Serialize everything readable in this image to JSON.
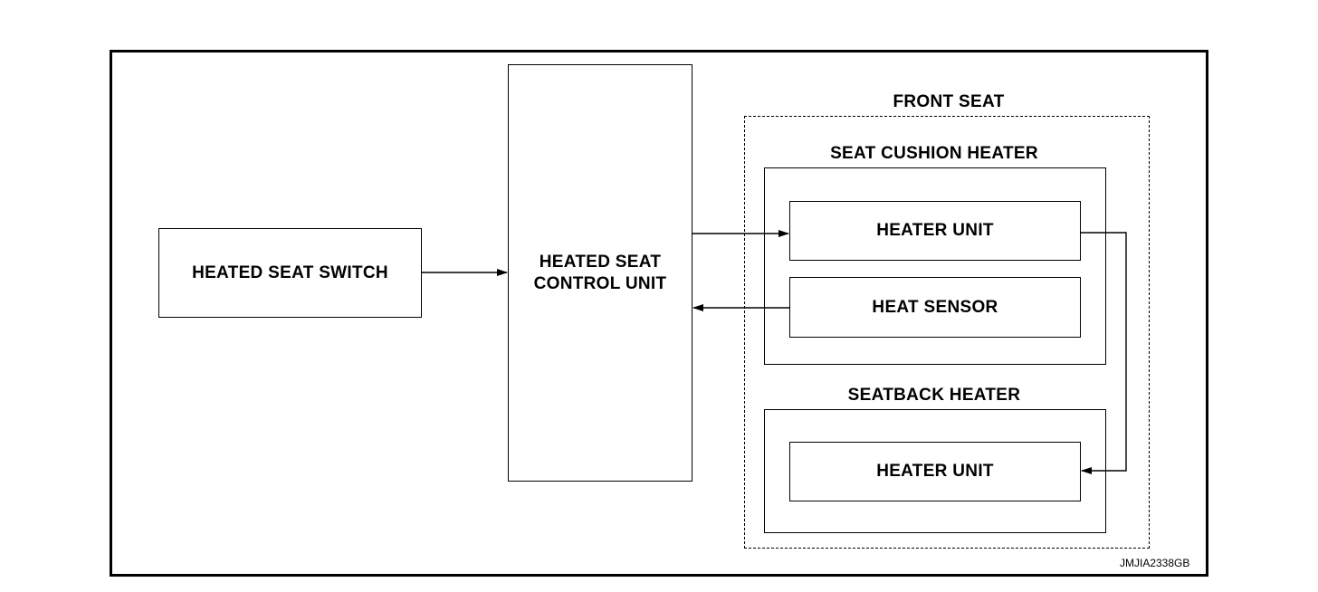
{
  "diagram": {
    "switch_label": "HEATED SEAT SWITCH",
    "control_unit_label_line1": "HEATED SEAT",
    "control_unit_label_line2": "CONTROL UNIT",
    "front_seat_label": "FRONT SEAT",
    "cushion_heater_label": "SEAT CUSHION HEATER",
    "cushion_heater_unit_label": "HEATER UNIT",
    "heat_sensor_label": "HEAT SENSOR",
    "seatback_heater_label": "SEATBACK HEATER",
    "seatback_heater_unit_label": "HEATER UNIT",
    "figure_code": "JMJIA2338GB"
  }
}
